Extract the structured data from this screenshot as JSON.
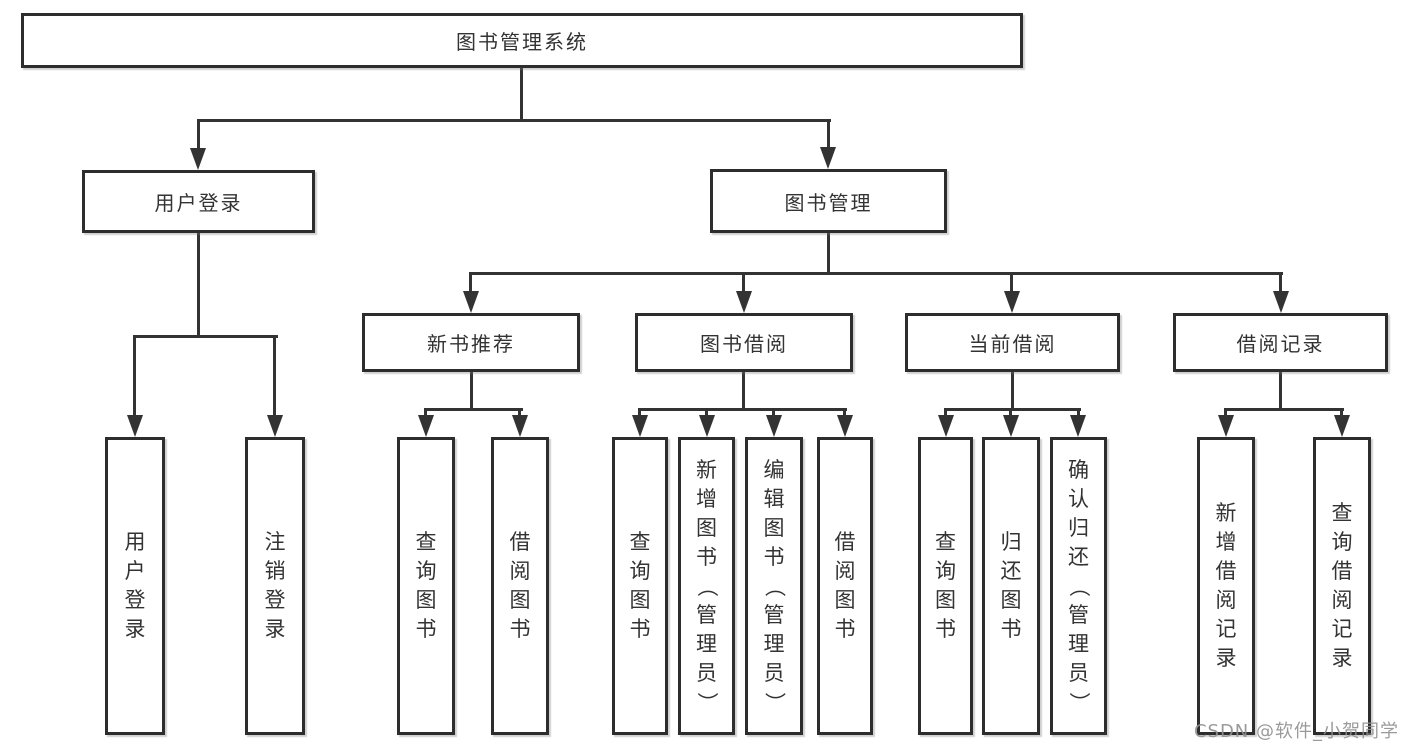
{
  "diagram": {
    "tree": {
      "label": "图书管理系统",
      "children": [
        {
          "label": "用户登录",
          "children": [
            {
              "label": "用户登录"
            },
            {
              "label": "注销登录"
            }
          ]
        },
        {
          "label": "图书管理",
          "children": [
            {
              "label": "新书推荐",
              "children": [
                {
                  "label": "查询图书"
                },
                {
                  "label": "借阅图书"
                }
              ]
            },
            {
              "label": "图书借阅",
              "children": [
                {
                  "label": "查询图书"
                },
                {
                  "label": "新增图书（管理员）"
                },
                {
                  "label": "编辑图书（管理员）"
                },
                {
                  "label": "借阅图书"
                }
              ]
            },
            {
              "label": "当前借阅",
              "children": [
                {
                  "label": "查询图书"
                },
                {
                  "label": "归还图书"
                },
                {
                  "label": "确认归还（管理员）"
                }
              ]
            },
            {
              "label": "借阅记录",
              "children": [
                {
                  "label": "新增借阅记录"
                },
                {
                  "label": "查询借阅记录"
                }
              ]
            }
          ]
        }
      ]
    },
    "watermark": "CSDN @软件_小贺同学",
    "colors": {
      "line": "#333333",
      "text": "#333333",
      "box_border": "#2d2d2d",
      "box_background": "#ffffff",
      "watermark": "#919191",
      "page_background": "#ffffff"
    }
  }
}
